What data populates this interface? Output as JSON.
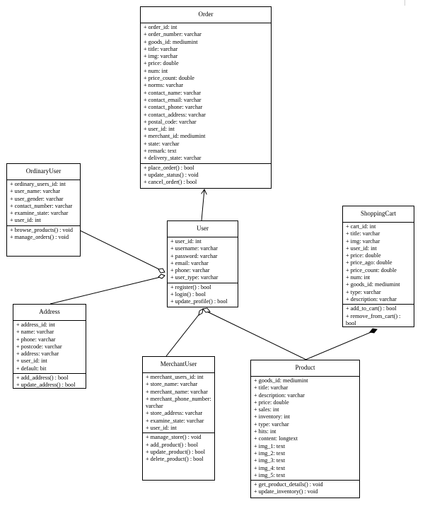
{
  "classes": {
    "order": {
      "name": "Order",
      "attributes": [
        "+ order_id: int",
        "+ order_number: varchar",
        "+ goods_id: mediumint",
        "+ title: varchar",
        "+ img: varchar",
        "+ price: double",
        "+ num: int",
        "+ price_count: double",
        "+ norms: varchar",
        "+ contact_name: varchar",
        "+ contact_email: varchar",
        "+ contact_phone: varchar",
        "+ contact_address: varchar",
        "+ postal_code: varchar",
        "+ user_id: int",
        "+ merchant_id: mediumint",
        "+ state: varchar",
        "+ remark: text",
        "+ delivery_state: varchar"
      ],
      "methods": [
        "+ place_order() : bool",
        "+ update_status() : void",
        "+ cancel_order() : bool"
      ]
    },
    "ordinary_user": {
      "name": "OrdinaryUser",
      "attributes": [
        "+ ordinary_users_id: int",
        "+ user_name: varchar",
        "+ user_gender: varchar",
        "+ contact_number: varchar",
        "+ examine_state: varchar",
        "+ user_id: int"
      ],
      "methods": [
        "+ browse_products() : void",
        "+ manage_orders() : void"
      ]
    },
    "user": {
      "name": "User",
      "attributes": [
        "+ user_id: int",
        "+ username: varchar",
        "+ password: varchar",
        "+ email: varchar",
        "+ phone: varchar",
        "+ user_type: varchar"
      ],
      "methods": [
        "+ register() : bool",
        "+ login() : bool",
        "+ update_profile() : bool"
      ]
    },
    "shopping_cart": {
      "name": "ShoppingCart",
      "attributes": [
        "+ cart_id: int",
        "+ title: varchar",
        "+ img: varchar",
        "+ user_id: int",
        "+ price: double",
        "+ price_ago: double",
        "+ price_count: double",
        "+ num: int",
        "+ goods_id: mediumint",
        "+ type: varchar",
        "+ description: varchar"
      ],
      "methods": [
        "+ add_to_cart() : bool",
        "+ remove_from_cart() : bool"
      ]
    },
    "address": {
      "name": "Address",
      "attributes": [
        "+ address_id: int",
        "+ name: varchar",
        "+ phone: varchar",
        "+ postcode: varchar",
        "+ address: varchar",
        "+ user_id: int",
        "+ default: bit"
      ],
      "methods": [
        "+ add_address() : bool",
        "+ update_address() : bool"
      ]
    },
    "merchant_user": {
      "name": "MerchantUser",
      "attributes": [
        "+ merchant_users_id: int",
        "+ store_name: varchar",
        "+ merchant_name: varchar",
        "+ merchant_phone_number: varchar",
        "+ store_address: varchar",
        "+ examine_state: varchar",
        "+ user_id: int"
      ],
      "methods": [
        "+ manage_store() : void",
        "+ add_product() : bool",
        "+ update_product() : bool",
        "+ delete_product() : bool"
      ]
    },
    "product": {
      "name": "Product",
      "attributes": [
        "+ goods_id: mediumint",
        "+ title: varchar",
        "+ description: varchar",
        "+ price: double",
        "+ sales: int",
        "+ inventory: int",
        "+ type: varchar",
        "+ hits: int",
        "+ content: longtext",
        "+ img_1: text",
        "+ img_2: text",
        "+ img_3: text",
        "+ img_4: text",
        "+ img_5: text"
      ],
      "methods": [
        "+ get_product_details() : void",
        "+ update_inventory() : void"
      ]
    }
  }
}
